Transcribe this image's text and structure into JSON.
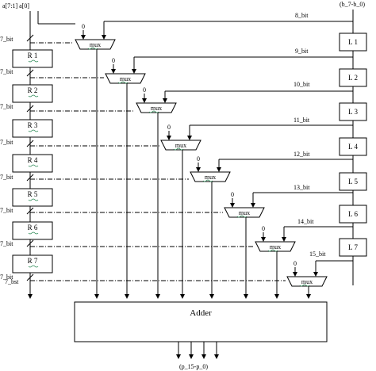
{
  "inputs": {
    "a_bits": "a[7:1]  a[0]",
    "b_bits": "(b_7-b_0)"
  },
  "output_label": "(p_15-p_0)",
  "r_blocks": [
    "R 1",
    "R 2",
    "R 3",
    "R 4",
    "R 5",
    "R 6",
    "R 7"
  ],
  "l_blocks": [
    "L 1",
    "L 2",
    "L 3",
    "L 4",
    "L 5",
    "L 6",
    "L 7"
  ],
  "r_width_labels": [
    "7_bit",
    "7_bit",
    "7_bit",
    "7_bit",
    "7_bit",
    "7_bit",
    "7_bit",
    "7_bit",
    "7_bst"
  ],
  "l_width_labels": [
    "8_bit",
    "9_bit",
    "10_bit",
    "11_bit",
    "12_bit",
    "13_bit",
    "14_bit",
    "15_bit"
  ],
  "mux_label": "mux",
  "select_labels": [
    "0",
    "0",
    "0",
    "0",
    "0",
    "0",
    "0",
    "0"
  ],
  "adder_label": "Adder"
}
